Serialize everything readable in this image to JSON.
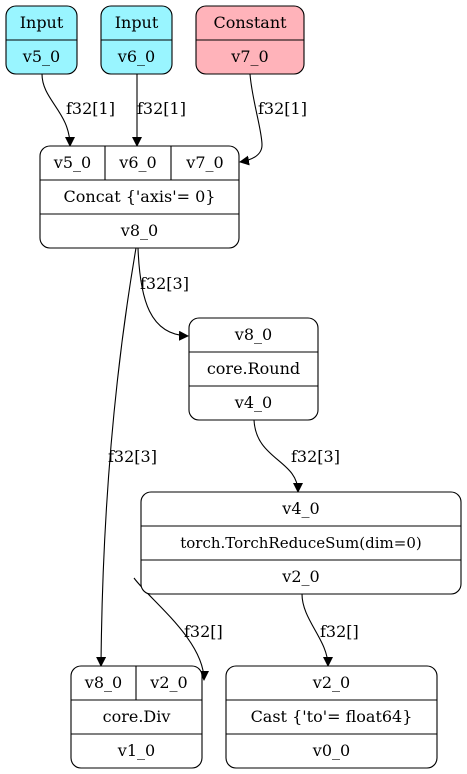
{
  "colors": {
    "input_fill": "#99f5ff",
    "constant_fill": "#ffb3ba",
    "stroke": "#000000",
    "background": "#ffffff"
  },
  "nodes": {
    "v5": {
      "kind": "Input",
      "name": "v5_0"
    },
    "v6": {
      "kind": "Input",
      "name": "v6_0"
    },
    "v7": {
      "kind": "Constant",
      "name": "v7_0"
    },
    "concat": {
      "inputs": [
        "v5_0",
        "v6_0",
        "v7_0"
      ],
      "op": "Concat {'axis'= 0}",
      "output": "v8_0"
    },
    "round": {
      "inputs": [
        "v8_0"
      ],
      "op": "core.Round",
      "output": "v4_0"
    },
    "reduce": {
      "inputs": [
        "v4_0"
      ],
      "op": "torch.TorchReduceSum(dim=0)",
      "output": "v2_0"
    },
    "div": {
      "inputs": [
        "v8_0",
        "v2_0"
      ],
      "op": "core.Div",
      "output": "v1_0"
    },
    "cast": {
      "inputs": [
        "v2_0"
      ],
      "op": "Cast {'to'= float64}",
      "output": "v0_0"
    }
  },
  "edges": {
    "v5_concat": "f32[1]",
    "v6_concat": "f32[1]",
    "v7_concat": "f32[1]",
    "concat_round": "f32[3]",
    "concat_div": "f32[3]",
    "round_reduce": "f32[3]",
    "reduce_div": "f32[]",
    "reduce_cast": "f32[]"
  }
}
